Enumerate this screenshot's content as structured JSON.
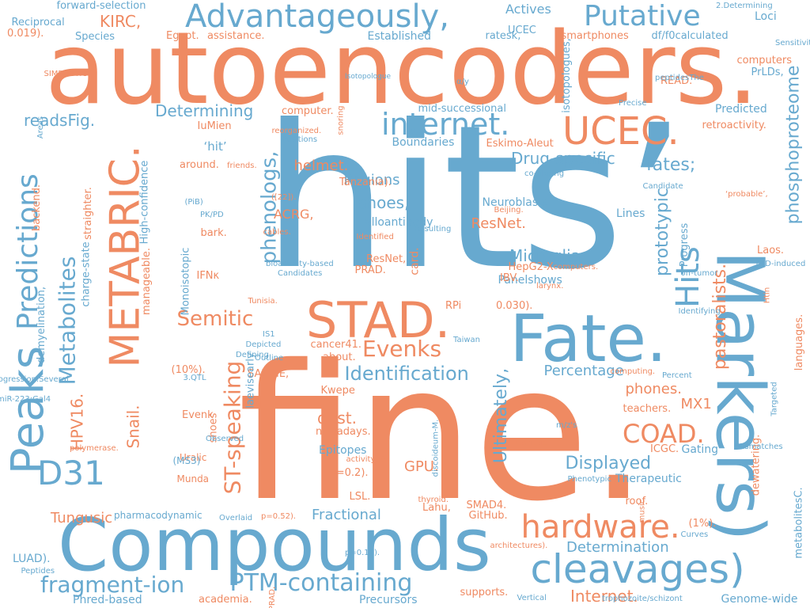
{
  "colors": {
    "blue": "#67a9cf",
    "orange": "#ef8a62",
    "background": "#ffffff"
  },
  "words": [
    {
      "t": "hits’",
      "c": "blue",
      "r": 0
    },
    {
      "t": "fine.",
      "c": "orange",
      "r": 0
    },
    {
      "t": "autoencoders.",
      "c": "orange",
      "r": 0
    },
    {
      "t": "Compounds",
      "c": "blue",
      "r": 0
    },
    {
      "t": "Fate.",
      "c": "blue",
      "r": 0
    },
    {
      "t": "Markers)",
      "c": "blue",
      "r": 90
    },
    {
      "t": "STAD.",
      "c": "orange",
      "r": 0
    },
    {
      "t": "Advantageously,",
      "c": "blue",
      "r": 0
    },
    {
      "t": "cleavages)",
      "c": "blue",
      "r": 0
    },
    {
      "t": "UCEC.",
      "c": "orange",
      "r": 0
    },
    {
      "t": "Putative",
      "c": "blue",
      "r": 0
    },
    {
      "t": "Peaks",
      "c": "blue",
      "r": -90
    },
    {
      "t": "METABRIC.",
      "c": "orange",
      "r": -90
    },
    {
      "t": "hardware.",
      "c": "orange",
      "r": 0
    },
    {
      "t": "internet.",
      "c": "blue",
      "r": 0
    },
    {
      "t": "Predictions",
      "c": "blue",
      "r": -90
    },
    {
      "t": "D31",
      "c": "blue",
      "r": 0
    },
    {
      "t": "Hits",
      "c": "blue",
      "r": -90
    },
    {
      "t": "PTM-containing",
      "c": "blue",
      "r": 0
    },
    {
      "t": "fragment-ion",
      "c": "blue",
      "r": 0
    },
    {
      "t": "Metabolites",
      "c": "blue",
      "r": -90
    },
    {
      "t": "COAD.",
      "c": "orange",
      "r": 0
    },
    {
      "t": "ST-speaking",
      "c": "orange",
      "r": -90
    },
    {
      "t": "phenologs,",
      "c": "blue",
      "r": -90
    },
    {
      "t": "Identification",
      "c": "blue",
      "r": 0
    },
    {
      "t": "Evenks",
      "c": "orange",
      "r": 0
    },
    {
      "t": "Semitic",
      "c": "orange",
      "r": 0
    },
    {
      "t": "phosphoproteome",
      "c": "blue",
      "r": -90
    },
    {
      "t": "pastoralists.",
      "c": "orange",
      "r": -90
    },
    {
      "t": "Microglia",
      "c": "blue",
      "r": 0
    },
    {
      "t": "Determining",
      "c": "blue",
      "r": 0
    },
    {
      "t": "Drug-specific",
      "c": "blue",
      "r": 0
    },
    {
      "t": "fates;",
      "c": "blue",
      "r": 0
    },
    {
      "t": "readsFig.",
      "c": "blue",
      "r": 0
    },
    {
      "t": "Displayed",
      "c": "blue",
      "r": 0
    },
    {
      "t": "Percentage",
      "c": "blue",
      "r": 0
    },
    {
      "t": "Ultimately,",
      "c": "blue",
      "r": -90
    },
    {
      "t": "prototypic",
      "c": "blue",
      "r": -90
    },
    {
      "t": "Fractional",
      "c": "blue",
      "r": 0
    },
    {
      "t": "Determination",
      "c": "blue",
      "r": 0
    },
    {
      "t": "Internet.",
      "c": "orange",
      "r": 0
    },
    {
      "t": "phones.",
      "c": "orange",
      "r": 0
    },
    {
      "t": "HPV16.",
      "c": "orange",
      "r": -90
    },
    {
      "t": "Snail.",
      "c": "orange",
      "r": -90
    },
    {
      "t": "dust.",
      "c": "orange",
      "r": 0
    },
    {
      "t": "helmet.",
      "c": "orange",
      "r": 0
    },
    {
      "t": "shoes,",
      "c": "blue",
      "r": 0
    },
    {
      "t": "Regions",
      "c": "blue",
      "r": 0
    },
    {
      "t": "ACRG,",
      "c": "orange",
      "r": 0
    },
    {
      "t": "ResNet.",
      "c": "orange",
      "r": 0
    },
    {
      "t": "MX1",
      "c": "orange",
      "r": 0
    },
    {
      "t": "GPU.",
      "c": "orange",
      "r": 0
    },
    {
      "t": "Tungusic",
      "c": "orange",
      "r": 0
    },
    {
      "t": "KIRC,",
      "c": "orange",
      "r": 0
    },
    {
      "t": "Actives",
      "c": "blue",
      "r": 0
    },
    {
      "t": "Epitopes",
      "c": "blue",
      "r": 0
    },
    {
      "t": "Neuroblasts",
      "c": "blue",
      "r": 0
    },
    {
      "t": "alloantibody",
      "c": "blue",
      "r": 0
    },
    {
      "t": "Panelshows",
      "c": "blue",
      "r": 0
    },
    {
      "t": "Boundaries",
      "c": "blue",
      "r": 0
    },
    {
      "t": "Lines",
      "c": "blue",
      "r": 0
    },
    {
      "t": "Gating",
      "c": "blue",
      "r": 0
    },
    {
      "t": "Genome-wide",
      "c": "blue",
      "r": 0
    },
    {
      "t": "Precursors",
      "c": "blue",
      "r": 0
    },
    {
      "t": "Phred-based",
      "c": "blue",
      "r": 0
    },
    {
      "t": "Established",
      "c": "blue",
      "r": 0
    },
    {
      "t": "Species",
      "c": "blue",
      "r": 0
    },
    {
      "t": "Predicted",
      "c": "blue",
      "r": 0
    },
    {
      "t": "Therapeutic",
      "c": "blue",
      "r": 0
    },
    {
      "t": "Loci",
      "c": "blue",
      "r": 0
    },
    {
      "t": "forward-selection",
      "c": "blue",
      "r": 0
    },
    {
      "t": "Reciprocal",
      "c": "blue",
      "r": 0
    },
    {
      "t": "pharmacodynamic",
      "c": "blue",
      "r": 0
    },
    {
      "t": "LUAD).",
      "c": "blue",
      "r": 0
    },
    {
      "t": "0.019).",
      "c": "orange",
      "r": 0
    },
    {
      "t": "assistance.",
      "c": "orange",
      "r": 0
    },
    {
      "t": "df/f0calculated",
      "c": "blue",
      "r": 0
    },
    {
      "t": "smartphones",
      "c": "orange",
      "r": 0
    },
    {
      "t": "computers",
      "c": "orange",
      "r": 0
    },
    {
      "t": "PrLDs,",
      "c": "blue",
      "r": 0
    },
    {
      "t": "READ.",
      "c": "orange",
      "r": 0
    },
    {
      "t": "computer.",
      "c": "orange",
      "r": 0
    },
    {
      "t": "IuMien",
      "c": "orange",
      "r": 0
    },
    {
      "t": "Eskimo-Aleut",
      "c": "orange",
      "r": 0
    },
    {
      "t": "retroactivity.",
      "c": "orange",
      "r": 0
    },
    {
      "t": "around.",
      "c": "orange",
      "r": 0
    },
    {
      "t": "Tanzania).",
      "c": "orange",
      "r": 0
    },
    {
      "t": "0.030).",
      "c": "orange",
      "r": 0
    },
    {
      "t": "RPi",
      "c": "orange",
      "r": 0
    },
    {
      "t": "IBV.",
      "c": "orange",
      "r": 0
    },
    {
      "t": "HepG2-X",
      "c": "orange",
      "r": 0
    },
    {
      "t": "PRAD.",
      "c": "orange",
      "r": 0
    },
    {
      "t": "ResNet,",
      "c": "orange",
      "r": 0
    },
    {
      "t": "card.",
      "c": "orange",
      "r": -90
    },
    {
      "t": "bark.",
      "c": "orange",
      "r": 0
    },
    {
      "t": "IFNκ",
      "c": "orange",
      "r": 0
    },
    {
      "t": "manageable.",
      "c": "orange",
      "r": -90
    },
    {
      "t": "(10%).",
      "c": "orange",
      "r": 0
    },
    {
      "t": "Evenk",
      "c": "orange",
      "r": 0
    },
    {
      "t": "shoes",
      "c": "orange",
      "r": -90
    },
    {
      "t": "Uralic",
      "c": "orange",
      "r": 0
    },
    {
      "t": "Munda",
      "c": "orange",
      "r": 0
    },
    {
      "t": "(MS3)",
      "c": "blue",
      "r": 0
    },
    {
      "t": "p=0.2).",
      "c": "orange",
      "r": 0
    },
    {
      "t": "LSL.",
      "c": "orange",
      "r": 0
    },
    {
      "t": "Lahu,",
      "c": "orange",
      "r": 0
    },
    {
      "t": "ICGC.",
      "c": "orange",
      "r": 0
    },
    {
      "t": "teachers.",
      "c": "orange",
      "r": 0
    },
    {
      "t": "roof.",
      "c": "orange",
      "r": 0
    },
    {
      "t": "(1%).",
      "c": "orange",
      "r": 0
    },
    {
      "t": "SMAD4.",
      "c": "orange",
      "r": 0
    },
    {
      "t": "GitHub.",
      "c": "orange",
      "r": 0
    },
    {
      "t": "supports.",
      "c": "orange",
      "r": 0
    },
    {
      "t": "academia.",
      "c": "orange",
      "r": 0
    },
    {
      "t": "Kwepe",
      "c": "orange",
      "r": 0
    },
    {
      "t": "SAUCIE,",
      "c": "orange",
      "r": 0
    },
    {
      "t": "cancer41.",
      "c": "orange",
      "r": 0
    },
    {
      "t": "about.",
      "c": "orange",
      "r": 0
    },
    {
      "t": "nowadays.",
      "c": "orange",
      "r": 0
    },
    {
      "t": "Laos.",
      "c": "orange",
      "r": 0
    },
    {
      "t": "languages.",
      "c": "orange",
      "r": -90
    },
    {
      "t": "dewatering.",
      "c": "orange",
      "r": -90
    },
    {
      "t": "metabolitesC.",
      "c": "blue",
      "r": -90
    },
    {
      "t": "Progress",
      "c": "blue",
      "r": -90
    },
    {
      "t": "High-confidence",
      "c": "blue",
      "r": -90
    },
    {
      "t": "charge-state",
      "c": "blue",
      "r": -90
    },
    {
      "t": "demyelination,",
      "c": "blue",
      "r": -90
    },
    {
      "t": "laevisearly",
      "c": "blue",
      "r": -90
    },
    {
      "t": "Monoisotopic",
      "c": "blue",
      "r": -90
    },
    {
      "t": "isotopologues,",
      "c": "blue",
      "r": -90
    },
    {
      "t": "backend.",
      "c": "orange",
      "r": -90
    },
    {
      "t": "straighter.",
      "c": "orange",
      "r": -90
    },
    {
      "t": "‘hit’",
      "c": "blue",
      "r": 0
    },
    {
      "t": "mid-successional",
      "c": "blue",
      "r": 0
    },
    {
      "t": "UCEC",
      "c": "blue",
      "r": 0
    },
    {
      "t": "ratesk,",
      "c": "blue",
      "r": 0
    },
    {
      "t": "Egypt.",
      "c": "orange",
      "r": 0
    },
    {
      "t": "α/y",
      "c": "blue",
      "r": 0
    },
    {
      "t": "peptidesThe",
      "c": "blue",
      "r": 0
    },
    {
      "t": "Precise",
      "c": "blue",
      "r": 0
    },
    {
      "t": "2.Determining",
      "c": "blue",
      "r": 0
    },
    {
      "t": "Sensitivities",
      "c": "blue",
      "r": 0
    },
    {
      "t": "Areas",
      "c": "blue",
      "r": -90
    },
    {
      "t": "SIMPLISTIC",
      "c": "orange",
      "r": 0
    },
    {
      "t": "snoring",
      "c": "orange",
      "r": -90
    },
    {
      "t": "reorganized.",
      "c": "orange",
      "r": 0
    },
    {
      "t": "Positions",
      "c": "blue",
      "r": 0
    },
    {
      "t": "friends.",
      "c": "orange",
      "r": 0
    },
    {
      "t": "(PiB)",
      "c": "blue",
      "r": 0
    },
    {
      "t": "PK/PD",
      "c": "blue",
      "r": 0
    },
    {
      "t": "cables.",
      "c": "orange",
      "r": 0
    },
    {
      "t": "([22]).",
      "c": "orange",
      "r": 0
    },
    {
      "t": "Beijing.",
      "c": "orange",
      "r": 0
    },
    {
      "t": "Resulting",
      "c": "blue",
      "r": 0
    },
    {
      "t": "Identified",
      "c": "orange",
      "r": 0
    },
    {
      "t": "bioactivity-based",
      "c": "blue",
      "r": 0
    },
    {
      "t": "Candidates",
      "c": "blue",
      "r": 0
    },
    {
      "t": "computers.",
      "c": "orange",
      "r": 0
    },
    {
      "t": "larynx.",
      "c": "orange",
      "r": 0
    },
    {
      "t": "co-eluting",
      "c": "blue",
      "r": 0
    },
    {
      "t": "Candidate",
      "c": "blue",
      "r": 0
    },
    {
      "t": "‘probable’,",
      "c": "orange",
      "r": 0
    },
    {
      "t": "off-tumor",
      "c": "blue",
      "r": 0
    },
    {
      "t": "FTD-induced",
      "c": "blue",
      "r": 0
    },
    {
      "t": "Htin",
      "c": "orange",
      "r": -90
    },
    {
      "t": "Identifying",
      "c": "blue",
      "r": 0
    },
    {
      "t": "Tunisia.",
      "c": "orange",
      "r": 0
    },
    {
      "t": "IS1",
      "c": "blue",
      "r": 0
    },
    {
      "t": "Depicted",
      "c": "blue",
      "r": 0
    },
    {
      "t": "Defining",
      "c": "blue",
      "r": 0
    },
    {
      "t": "Outline",
      "c": "blue",
      "r": 0
    },
    {
      "t": "3.QTL",
      "c": "blue",
      "r": 0
    },
    {
      "t": "Taiwan",
      "c": "blue",
      "r": 0
    },
    {
      "t": "computing.",
      "c": "orange",
      "r": 0
    },
    {
      "t": "Percent",
      "c": "blue",
      "r": 0
    },
    {
      "t": "Targeted",
      "c": "blue",
      "r": -90
    },
    {
      "t": "progression.Several",
      "c": "blue",
      "r": 0
    },
    {
      "t": "miR-223:Gal4",
      "c": "blue",
      "r": 0
    },
    {
      "t": "polymerase.",
      "c": "orange",
      "r": 0
    },
    {
      "t": "Observed",
      "c": "blue",
      "r": 0
    },
    {
      "t": "m/z's",
      "c": "blue",
      "r": 0
    },
    {
      "t": "discoideum-M.",
      "c": "blue",
      "r": -90
    },
    {
      "t": "activity38.",
      "c": "orange",
      "r": 0
    },
    {
      "t": "thyroid.",
      "c": "orange",
      "r": 0
    },
    {
      "t": "Phenotypic",
      "c": "blue",
      "r": 0
    },
    {
      "t": "Afroasiatic",
      "c": "orange",
      "r": 0
    },
    {
      "t": "Mismatches",
      "c": "blue",
      "r": 0
    },
    {
      "t": "music.",
      "c": "orange",
      "r": -90
    },
    {
      "t": "Curves",
      "c": "blue",
      "r": 0
    },
    {
      "t": "architectures).",
      "c": "orange",
      "r": 0
    },
    {
      "t": "Overlaid",
      "c": "blue",
      "r": 0
    },
    {
      "t": "p=0.52).",
      "c": "orange",
      "r": 0
    },
    {
      "t": "p=0.11).",
      "c": "blue",
      "r": 0
    },
    {
      "t": "Peptides",
      "c": "blue",
      "r": 0
    },
    {
      "t": "PRAD,",
      "c": "orange",
      "r": -90
    },
    {
      "t": "Vertical",
      "c": "blue",
      "r": 0
    },
    {
      "t": "trophozoite/schizont",
      "c": "blue",
      "r": 0
    },
    {
      "t": "Isotopologue",
      "c": "blue",
      "r": 0
    },
    {
      "t": "b-ions",
      "c": "blue",
      "r": 0
    },
    {
      "t": "Indians.",
      "c": "orange",
      "r": -90
    }
  ]
}
